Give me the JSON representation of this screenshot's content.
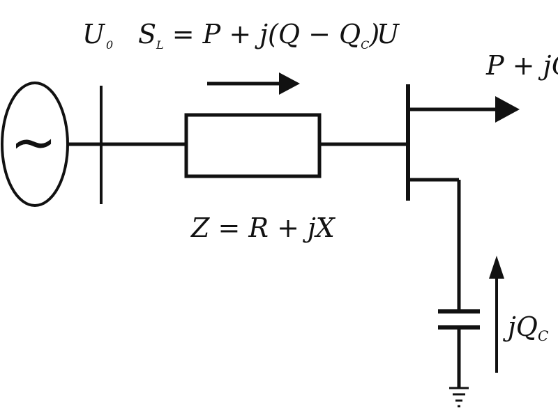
{
  "labels": {
    "source_voltage": {
      "main": "U",
      "sub": "0"
    },
    "load_power": {
      "prefix_main": "S",
      "prefix_sub": "L",
      "eq": " = P + j(Q − Q",
      "eq_sub": "C",
      "eq_end": ")"
    },
    "bus_voltage": "U",
    "load_flow": "P + jQ",
    "impedance": "Z = R + jX",
    "capacitor_q": {
      "main": "jQ",
      "sub": "C"
    }
  },
  "source_symbol": "~",
  "colors": {
    "line": "#111111",
    "background": "#ffffff"
  }
}
